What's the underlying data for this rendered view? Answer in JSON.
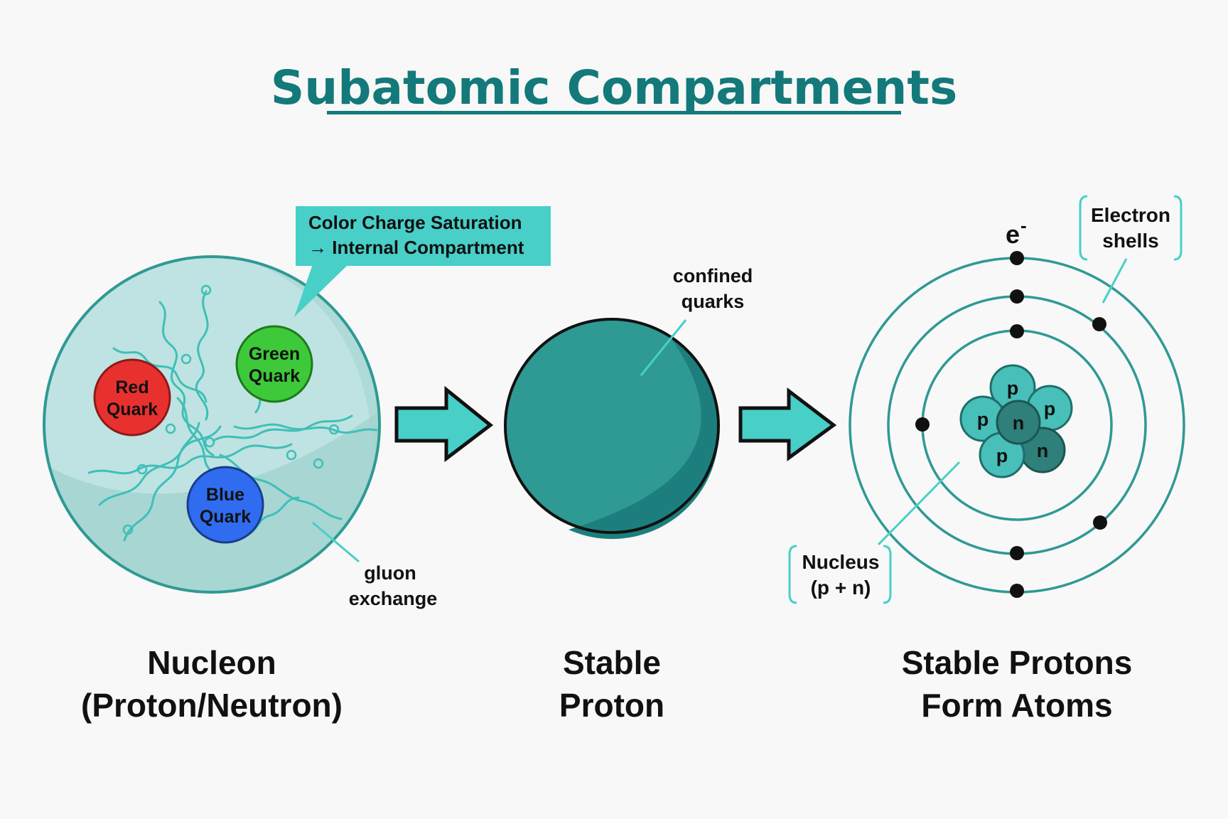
{
  "title": "Subatomic Compartments",
  "colors": {
    "teal_dark": "#13797a",
    "teal_mid": "#2f9994",
    "teal_bright": "#48cfc8",
    "teal_light": "#bfe3e2",
    "red_quark": "#e8312f",
    "green_quark": "#3dc93a",
    "blue_quark": "#2f6cf0",
    "ink": "#111111",
    "background": "#f7f8f7"
  },
  "panels": {
    "nucleon": {
      "label_line1": "Nucleon",
      "label_line2": "(Proton/Neutron)",
      "callout_line1": "Color Charge Saturation",
      "callout_line2": "→ Internal Compartment",
      "gluon_label_line1": "gluon",
      "gluon_label_line2": "exchange",
      "quarks": [
        {
          "line1": "Red",
          "line2": "Quark",
          "color": "#e8312f"
        },
        {
          "line1": "Green",
          "line2": "Quark",
          "color": "#3dc93a"
        },
        {
          "line1": "Blue",
          "line2": "Quark",
          "color": "#2f6cf0"
        }
      ]
    },
    "proton": {
      "label_line1": "Stable",
      "label_line2": "Proton",
      "note_line1": "confined",
      "note_line2": "quarks"
    },
    "atom": {
      "label_line1": "Stable Protons",
      "label_line2": "Form Atoms",
      "electron_symbol": "e",
      "electron_sup": "-",
      "shells_line1": "Electron",
      "shells_line2": "shells",
      "nucleus_line1": "Nucleus",
      "nucleus_line2": "(p + n)",
      "nucleons": [
        "p",
        "p",
        "p",
        "p",
        "n",
        "n"
      ]
    }
  }
}
